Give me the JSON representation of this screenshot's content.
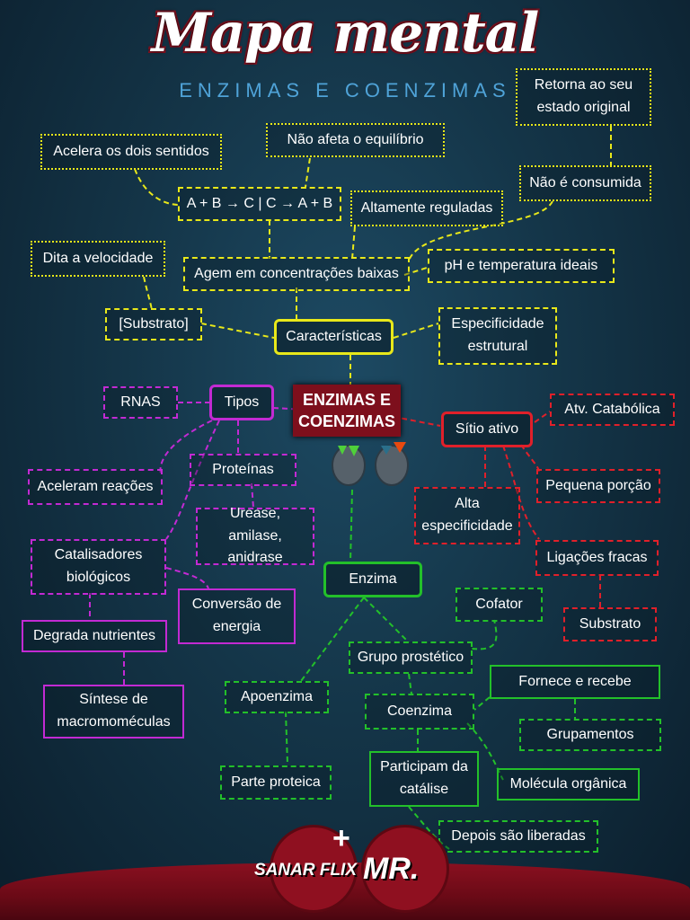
{
  "title": "Mapa mental",
  "subtitle": "ENZIMAS E COENZIMAS",
  "center": "ENZIMAS E COENZIMAS",
  "yellow": {
    "caracteristicas": "Características",
    "acelera": "Acelera os dois sentidos",
    "nao_afeta": "Não afeta o equilíbrio",
    "retorna": "Retorna ao seu estado original",
    "equacao": "A + B → C | C → A + B",
    "altamente": "Altamente reguladas",
    "nao_consumida": "Não é consumida",
    "dita": "Dita a velocidade",
    "agem": "Agem em concentrações baixas",
    "ph": "pH e temperatura ideais",
    "substrato": "[Substrato]",
    "especificidade": "Especificidade estrutural"
  },
  "purple": {
    "tipos": "Tipos",
    "rnas": "RNAS",
    "proteinas": "Proteínas",
    "aceleram": "Aceleram reações",
    "urease": "Urease, amilase, anidrase",
    "catalisadores": "Catalisadores biológicos",
    "conversao": "Conversão de energia",
    "degrada": "Degrada nutrientes",
    "sintese": "Síntese de macromoméculas"
  },
  "red": {
    "sitio": "Sítio ativo",
    "atv": "Atv. Catabólica",
    "pequena": "Pequena porção",
    "alta": "Alta especificidade",
    "ligacoes": "Ligações fracas",
    "substrato": "Substrato"
  },
  "green": {
    "enzima": "Enzima",
    "cofator": "Cofator",
    "grupo": "Grupo prostético",
    "apoenzima": "Apoenzima",
    "coenzima": "Coenzima",
    "fornece": "Fornece e recebe",
    "grupamentos": "Grupamentos",
    "parte": "Parte proteica",
    "participam": "Participam da catálise",
    "molecula": "Molécula orgânica",
    "depois": "Depois são liberadas"
  },
  "logos": {
    "sanar": "SANAR FLIX",
    "mr": "MR."
  },
  "colors": {
    "yellow": "#e8e81a",
    "purple": "#c22ad3",
    "red": "#e0202a",
    "green": "#23c02a"
  }
}
